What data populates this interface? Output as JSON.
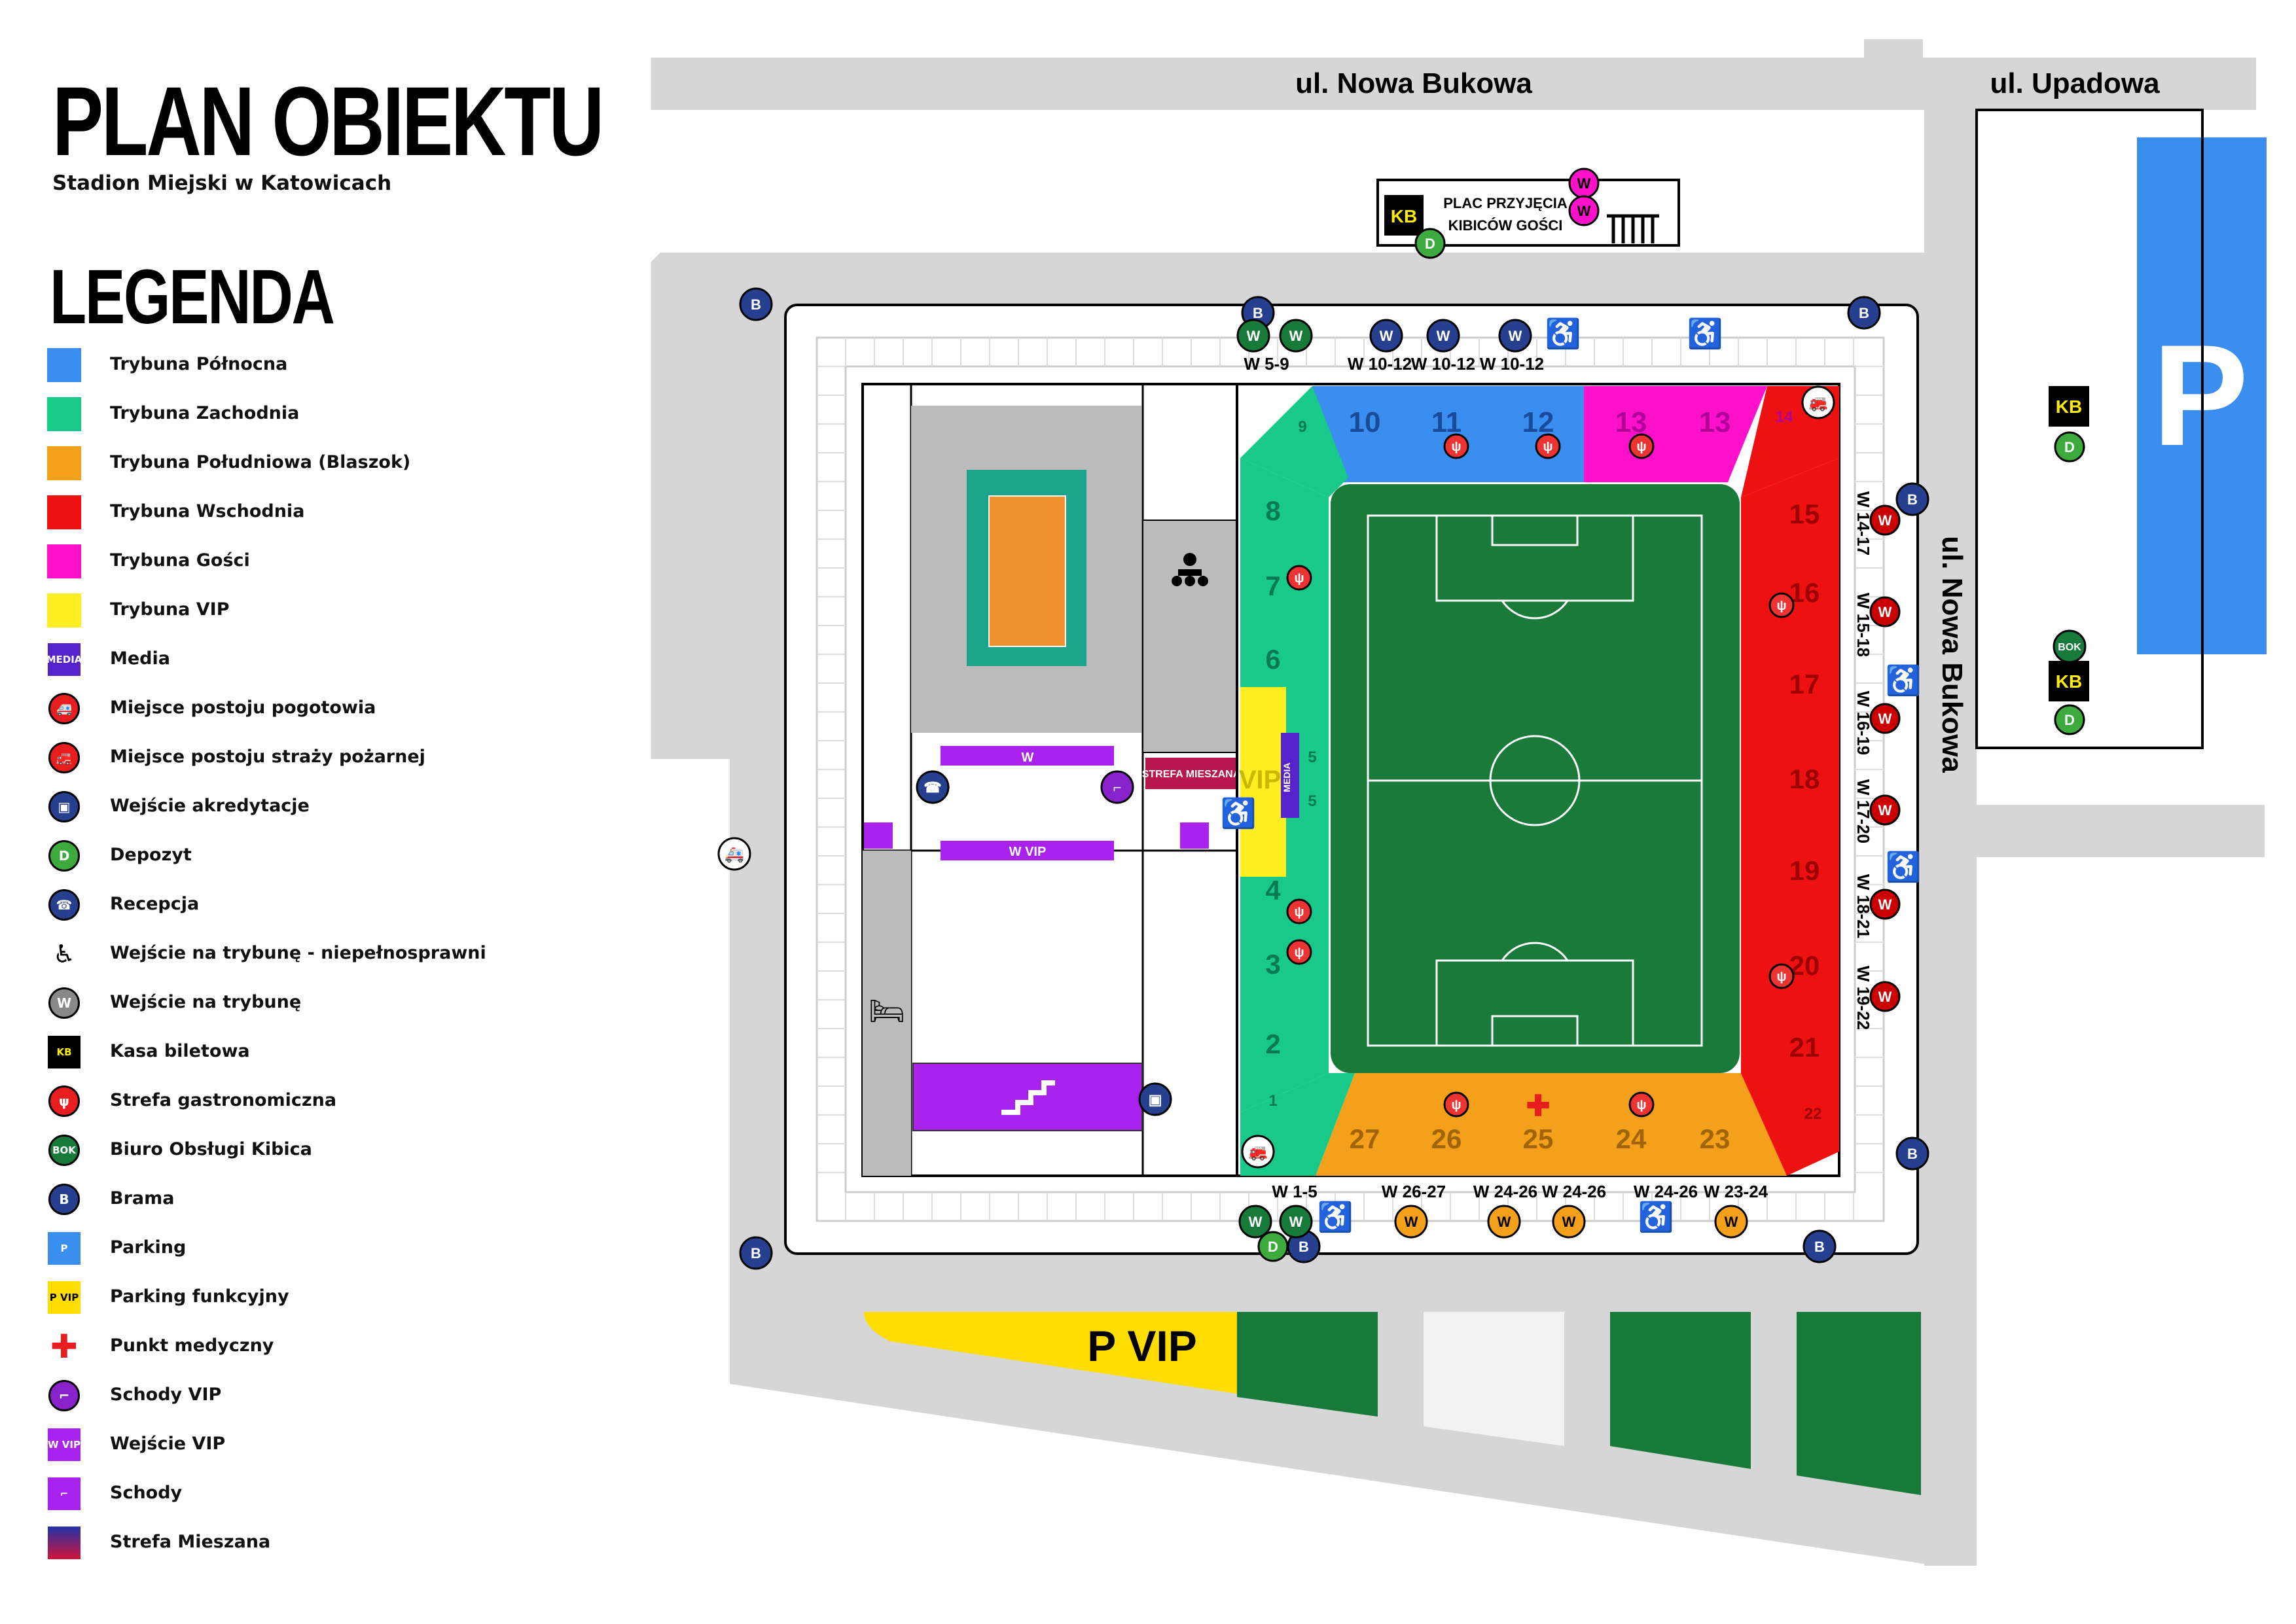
{
  "header": {
    "title": "PLAN OBIEKTU",
    "subtitle": "Stadion Miejski w Katowicach"
  },
  "legend": {
    "title": "LEGENDA",
    "items": [
      {
        "label": "Trybuna Północna",
        "icon": "north-stand-swatch",
        "color": "#3a8ef0"
      },
      {
        "label": "Trybuna Zachodnia",
        "icon": "west-stand-swatch",
        "color": "#18c98a"
      },
      {
        "label": "Trybuna Południowa (Blaszok)",
        "icon": "south-stand-swatch",
        "color": "#f5a01a"
      },
      {
        "label": "Trybuna Wschodnia",
        "icon": "east-stand-swatch",
        "color": "#ee1111"
      },
      {
        "label": "Trybuna Gości",
        "icon": "guest-stand-swatch",
        "color": "#ff11cc"
      },
      {
        "label": "Trybuna VIP",
        "icon": "vip-stand-swatch",
        "color": "#ffee22"
      },
      {
        "label": "Media",
        "icon": "media-icon",
        "color": "#5522cc",
        "symbol": "MEDIA"
      },
      {
        "label": "Miejsce postoju pogotowia",
        "icon": "ambulance-icon",
        "color": "#e81d1d"
      },
      {
        "label": "Miejsce postoju straży pożarnej",
        "icon": "fire-truck-icon",
        "color": "#e81d1d"
      },
      {
        "label": "Wejście akredytacje",
        "icon": "accreditation-icon",
        "color": "#263f8f"
      },
      {
        "label": "Depozyt",
        "icon": "deposit-icon",
        "color": "#3daa3d",
        "symbol": "D"
      },
      {
        "label": "Recepcja",
        "icon": "reception-icon",
        "color": "#263f8f"
      },
      {
        "label": "Wejście na trybunę - niepełnosprawni",
        "icon": "wheelchair-icon",
        "color": "#000000"
      },
      {
        "label": "Wejście na trybunę",
        "icon": "stand-entrance-icon",
        "color": "#888888",
        "symbol": "W"
      },
      {
        "label": "Kasa biletowa",
        "icon": "ticket-office-icon",
        "color": "#000000",
        "symbol": "KB"
      },
      {
        "label": "Strefa gastronomiczna",
        "icon": "food-icon",
        "color": "#e81d1d"
      },
      {
        "label": "Biuro Obsługi Kibica",
        "icon": "fan-service-icon",
        "color": "#177a3a",
        "symbol": "BOK"
      },
      {
        "label": "Brama",
        "icon": "gate-icon",
        "color": "#263f8f",
        "symbol": "B"
      },
      {
        "label": "Parking",
        "icon": "parking-icon",
        "color": "#3a8ef0",
        "symbol": "P"
      },
      {
        "label": "Parking funkcyjny",
        "icon": "vip-parking-icon",
        "color": "#ffdd00",
        "symbol": "P VIP"
      },
      {
        "label": "Punkt medyczny",
        "icon": "medical-icon",
        "color": "#e81d1d"
      },
      {
        "label": "Schody VIP",
        "icon": "vip-stairs-icon",
        "color": "#8a22cc"
      },
      {
        "label": "Wejście VIP",
        "icon": "vip-entrance-icon",
        "color": "#aa22ee",
        "symbol": "W VIP"
      },
      {
        "label": "Schody",
        "icon": "stairs-icon",
        "color": "#aa22ee"
      },
      {
        "label": "Strefa Mieszana",
        "icon": "mixed-zone-icon",
        "color": "#c0144a"
      }
    ]
  },
  "map": {
    "streets": {
      "top": "ul. Nowa Bukowa",
      "top_right": "ul. Upadowa",
      "right": "ul. Nowa Bukowa"
    },
    "guest_area": {
      "line1": "PLAC PRZYJĘCIA",
      "line2": "KIBICÓW GOŚCI",
      "ticket": "KB",
      "deposit": "D"
    },
    "parking_label": "P",
    "parking_vip_label": "P VIP",
    "kb_label": "KB",
    "bok_label": "BOK",
    "deposit_label": "D",
    "gate_label": "B",
    "entrance_label": "W",
    "vip_seat_label": "VIP",
    "media_label": "MEDIA",
    "mixed_zone_label": "STREFA MIESZANA",
    "w_label": "W",
    "wvip_label": "W VIP",
    "sectors_north": [
      "9",
      "10",
      "11",
      "12",
      "13",
      "13",
      "14"
    ],
    "sectors_west": [
      "8",
      "7",
      "6",
      "5",
      "5",
      "4",
      "3",
      "2",
      "1"
    ],
    "sectors_east": [
      "15",
      "16",
      "17",
      "18",
      "19",
      "20",
      "21",
      "22"
    ],
    "sectors_south": [
      "27",
      "26",
      "25",
      "24",
      "23"
    ],
    "entrances_north": [
      "W 5-9",
      "W 10-12",
      "W 10-12",
      "W 10-12"
    ],
    "entrances_east": [
      "W 14-17",
      "W 15-18",
      "W 16-19",
      "W 17-20",
      "W 18-21",
      "W 19-22"
    ],
    "entrances_south": [
      "W 1-5",
      "W 26-27",
      "W 24-26",
      "W 24-26",
      "W 24-26",
      "W 23-24"
    ],
    "colors": {
      "north": "#3a8ef0",
      "west": "#18c98a",
      "south": "#f5a01a",
      "east": "#ee1111",
      "guest": "#ff11cc",
      "vip": "#ffee22",
      "pitch": "#1a7a3a",
      "road": "#d6d6d6"
    }
  }
}
